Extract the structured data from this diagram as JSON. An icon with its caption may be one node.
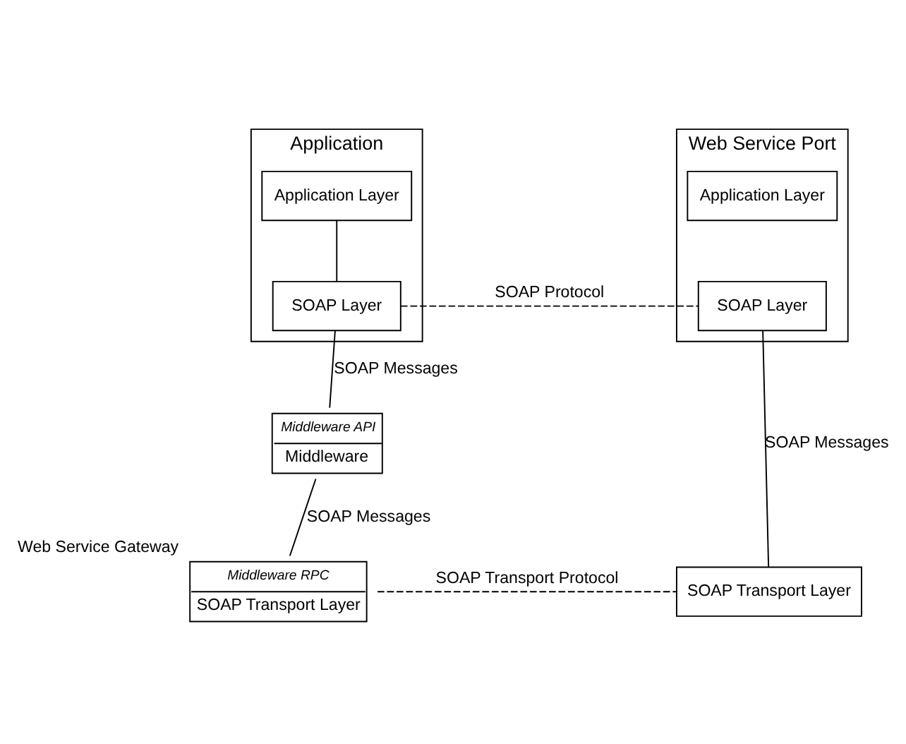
{
  "diagram": {
    "nodes": [
      {
        "text": [
          "Application"
        ]
      },
      {
        "text": [
          "Application Layer"
        ],
        "in": 0
      },
      {
        "text": [
          "SOAP Layer"
        ],
        "in": 0
      },
      {
        "text": [
          "Web Service Port"
        ]
      },
      {
        "text": [
          "Application Layer"
        ],
        "in": 3
      },
      {
        "text": [
          "SOAP Layer"
        ],
        "in": 3
      },
      {
        "text": [
          "Middleware API",
          "Middleware"
        ]
      },
      {
        "text": [
          "Middleware RPC",
          "SOAP Transport Layer"
        ],
        "beside": [
          "Web Service Gateway"
        ]
      },
      {
        "text": [
          "SOAP Transport Layer"
        ]
      }
    ],
    "edges": [
      {
        "from": 1,
        "to": 2,
        "arrow": "none"
      },
      {
        "from": 2,
        "to": 5,
        "arrow": "none",
        "label": "SOAP Protocol",
        "style": "dashed"
      },
      {
        "from": 2,
        "to": 6,
        "arrow": "none",
        "label": "SOAP Messages"
      },
      {
        "from": 6,
        "to": 7,
        "arrow": "none",
        "label": "SOAP Messages"
      },
      {
        "from": 7,
        "to": 8,
        "arrow": "none",
        "label": "SOAP Transport Protocol",
        "style": "dashed"
      },
      {
        "from": 5,
        "to": 8,
        "arrow": "none",
        "label": "SOAP Messages"
      }
    ]
  }
}
